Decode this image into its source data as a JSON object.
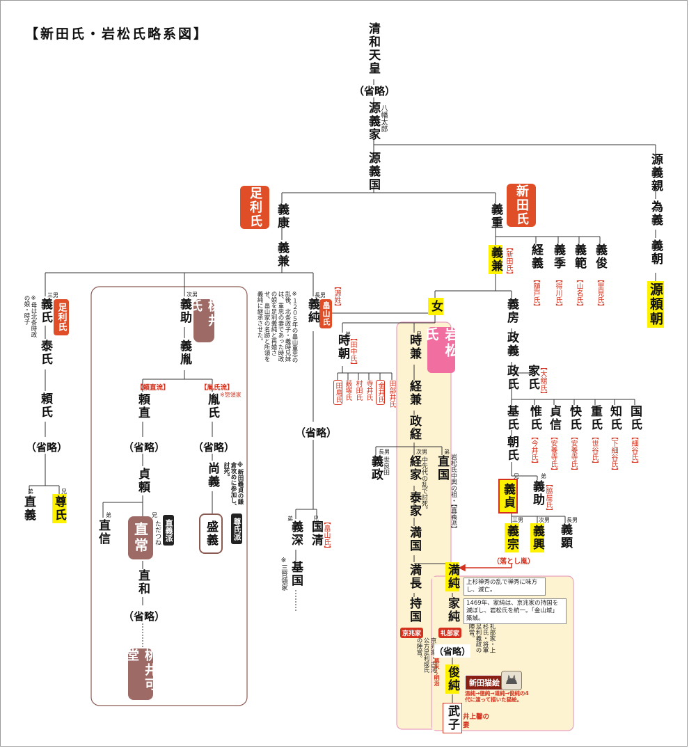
{
  "title": "【新田氏・岩松氏略系図】",
  "top": {
    "emperor": "清和天皇",
    "omit": "（省略）",
    "yoshiie": "源義家",
    "yoshiie_alias": "八幡太郎",
    "yoshikuni": "源義国"
  },
  "clans": {
    "ashikaga": "足利氏",
    "nitta": "新田氏",
    "iwamatsu": "岩松氏",
    "momoi": "桃井氏",
    "hatakeyama": "畠山氏",
    "ashikaga2": "足利氏"
  },
  "right_branch": {
    "yoshichika": "源義親",
    "tameyoshi": "為義",
    "yoshitomo": "義朝",
    "yoritomo": "源頼朝"
  },
  "ashikaga_line": {
    "yoshiyasu": "義康",
    "yoshikane": "義兼",
    "yoshiuji": "義氏",
    "yasuuji": "泰氏",
    "yoriuji": "頼氏",
    "omit": "（省略）",
    "tadayoshi": "直義",
    "takauji": "尊氏",
    "third": "三男",
    "younger": "弟",
    "elder": "兄",
    "note": "※母は北条時政の娘・時子"
  },
  "momoi_line": {
    "yoshisuke": "義助",
    "second": "次男",
    "yoshitane": "義胤",
    "ryu1": "【頼直流】",
    "ryu2": "【胤氏流】",
    "ryu2_sub": "※惣領家",
    "yorinao": "頼直",
    "tanauji": "胤氏",
    "omit1": "（省略）",
    "omit2": "（省略）",
    "sadayori": "貞頼",
    "naoyoshi": "尚義",
    "naonobu": "直信",
    "naotsune": "直常",
    "naotsune_ruby": "ただつね",
    "younger": "弟",
    "elder": "兄",
    "naokazu": "直和",
    "omit3": "（省略）",
    "kado": "桃井可堂",
    "morishi": "盛義",
    "ha1": "直義派",
    "ha2": "尊氏派",
    "note": "※新田義貞の鎌倉攻めに参加し、討死。"
  },
  "hatakeyama_line": {
    "yoshizumi": "義純",
    "eldest": "長男",
    "genshi": "【源姓】",
    "note": "※１２０５年の畠山重忠の乱後、北条政子・義時兄妹は、重忠の妻であった時政の娘を足利義純と再婚させ、畠山家の名跡と所領を義純に継承させた。",
    "omit": "（省略）",
    "kunikiyo": "国清",
    "yoshifuka": "義深",
    "motokuni": "基国",
    "younger": "弟",
    "elder": "兄",
    "hatake_tag": "【畠山氏】",
    "note2": "※三管領家"
  },
  "nitta_line": {
    "yoshishige": "義重",
    "yoshikane": "義兼",
    "nitta_tag": "【新田氏】",
    "tsuneyoshi": "経義",
    "yoshisue": "義季",
    "yoshinori": "義範",
    "yoshitoshi": "義俊",
    "tag_seto": "【額戸氏】",
    "tag_tokugawa": "【得川氏】",
    "tag_yamana": "【山名氏】",
    "tag_satomi": "【里見氏】",
    "woman": "女",
    "yoshifusa": "義房",
    "masayoshi": "政義",
    "masauji": "政氏",
    "ieuji": "家氏",
    "tag_ooidai": "【大舘氏】",
    "motouji": "基氏",
    "asauji": "朝氏",
    "koreuji": "惟氏",
    "sadanobu": "貞信",
    "kaiuji": "快氏",
    "shigeuji": "重氏",
    "tomouji": "知氏",
    "kuniuji": "国氏",
    "tag_imai": "【今井氏】",
    "tag_anyou1": "【安養寺氏】",
    "tag_anyou2": "【安養寺氏】",
    "tag_sedani": "【世谷氏】",
    "tag_shimoeya": "【下細谷氏】",
    "tag_hosoya": "【細谷氏】",
    "yoshisada": "義貞",
    "yoshisuke": "義助",
    "elder": "兄",
    "younger": "弟",
    "tag_wakiya": "【脇屋氏】",
    "yoshimune": "義宗",
    "yoshioki": "義興",
    "yoshiaki": "義顕",
    "third": "三男",
    "second": "次男",
    "eldest": "長男",
    "otoshi": "（落とし胤）"
  },
  "iwamatsu_line": {
    "tokikane": "時兼",
    "tokitomo": "時朝",
    "elder": "兄",
    "younger": "弟",
    "tag_tanaka": "【田中氏】",
    "tag_tajima": "田島氏",
    "tag_yabuzuka": "薮塚氏",
    "tag_murata": "村田氏",
    "tag_terai": "寺井氏",
    "tag_kanai": "金井氏",
    "tag_tabe": "田部井氏",
    "tsunekane": "経兼",
    "masatsune": "政経",
    "yoshimasa": "義政",
    "eldest": "長男",
    "setaragita": "世良田",
    "tsuneie": "経家",
    "second": "次男",
    "naokuni": "直国",
    "younger2": "弟",
    "note_tsuneie": "中先代の乱で討死。",
    "note_naokuni": "岩松氏中興の祖・【直義派】",
    "yasuie": "泰家",
    "mitsukuni": "満国",
    "mitsunaga": "満長",
    "mochikuni": "持国",
    "mitsuzumi": "満純",
    "iezumi": "家純",
    "keicho": "京兆家",
    "reibu": "礼部家",
    "omit": "（省略）",
    "toshizumi": "俊純",
    "takeko": "武子",
    "note_keicho": "京兆家・古河公方足利成氏の陣営。",
    "note_reibu": "礼部家・上杉氏・将軍足利義政の陣営。",
    "note_mitsuzumi": "上杉禅秀の乱で禅秀に味方し、滅亡。",
    "note_iezumi": "1469年、家純は、京兆家の持国を滅ぼし、岩松氏を統一。「金山城」築城。",
    "bakumatsu": "幕末〜明治",
    "nyao": "新田猫絵",
    "nyao_note": "温純→徳純→道純→俊純の4代に渡って描いた猫絵。",
    "inoue": "井上馨の妻"
  }
}
